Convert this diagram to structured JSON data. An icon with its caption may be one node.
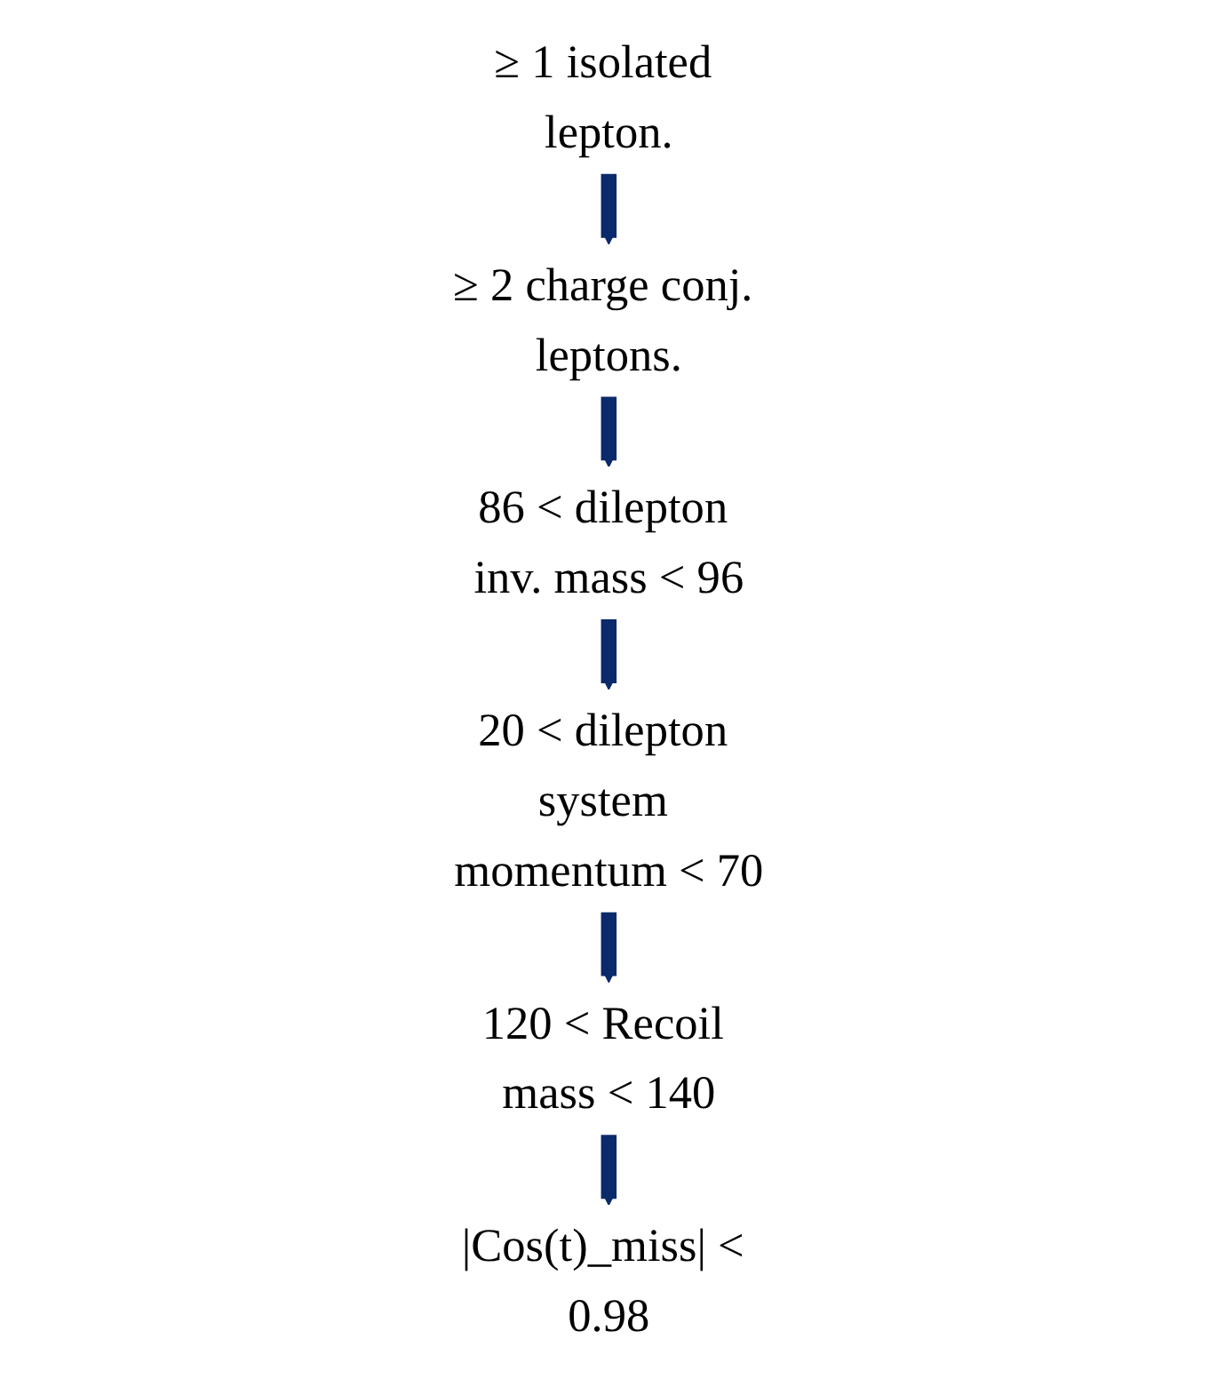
{
  "diagram": {
    "nodes": [
      {
        "text": [
          "≥ 1 isolated lepton."
        ]
      },
      {
        "text": [
          "≥ 2 charge conj. leptons."
        ]
      },
      {
        "text": [
          "86 < dilepton inv. mass < 96"
        ]
      },
      {
        "text": [
          "20 < dilepton system momentum < 70"
        ]
      },
      {
        "text": [
          "120 < Recoil mass < 140"
        ]
      },
      {
        "text": [
          "|Cos(t)_miss| < 0.98"
        ]
      }
    ],
    "edges": [
      {
        "from": 0,
        "to": 1,
        "arrow": "to"
      },
      {
        "from": 1,
        "to": 2,
        "arrow": "to"
      },
      {
        "from": 2,
        "to": 3,
        "arrow": "to"
      },
      {
        "from": 3,
        "to": 4,
        "arrow": "to"
      },
      {
        "from": 4,
        "to": 5,
        "arrow": "to"
      }
    ]
  }
}
